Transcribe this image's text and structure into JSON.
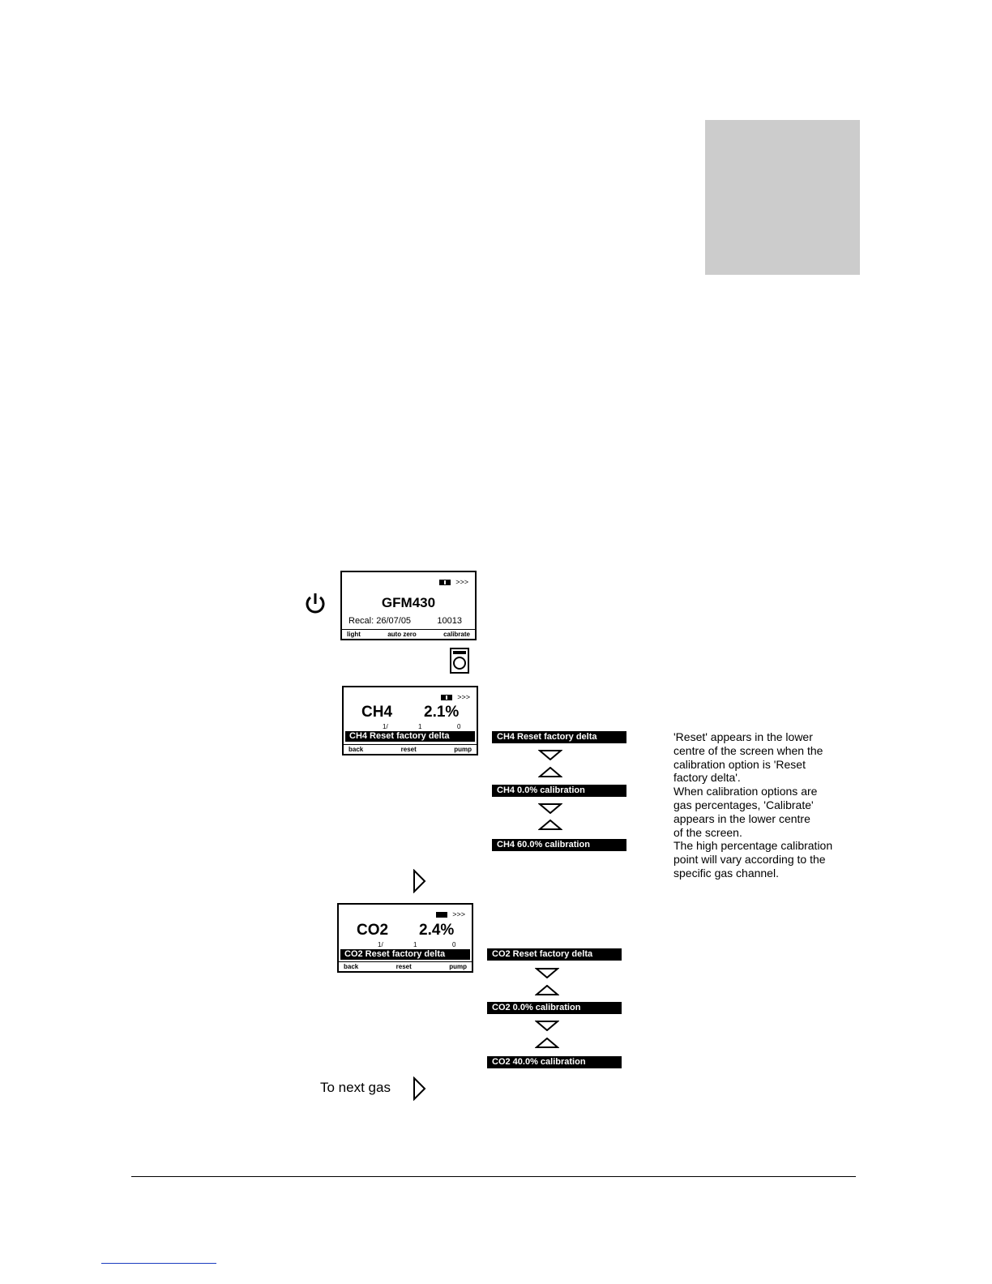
{
  "screen1": {
    "status": ">>>",
    "title": "GFM430",
    "recal": "Recal: 26/07/05",
    "serial": "10013",
    "softkeys": [
      "light",
      "auto zero",
      "calibrate"
    ]
  },
  "screen_ch4": {
    "status": ">>>",
    "gas": "CH4",
    "reading": "2.1%",
    "scale": [
      "1/",
      "1",
      "0"
    ],
    "selection": "CH4 Reset factory delta",
    "softkeys": [
      "back",
      "reset",
      "pump"
    ]
  },
  "ch4_options": [
    "CH4 Reset factory delta",
    "CH4 0.0% calibration",
    "CH4 60.0% calibration"
  ],
  "screen_co2": {
    "status": ">>>",
    "gas": "CO2",
    "reading": "2.4%",
    "scale": [
      "1/",
      "1",
      "0"
    ],
    "selection": "CO2 Reset factory delta",
    "softkeys": [
      "back",
      "reset",
      "pump"
    ]
  },
  "co2_options": [
    "CO2 Reset factory delta",
    "CO2 0.0% calibration",
    "CO2 40.0% calibration"
  ],
  "note_lines": [
    "'Reset' appears in the lower",
    "centre of the screen when the",
    "calibration option is 'Reset",
    "factory delta'.",
    "When calibration options are",
    "gas percentages, 'Calibrate'",
    "appears in the lower centre",
    "of the screen.",
    "The high percentage calibration",
    "point will vary according to the",
    "specific gas channel."
  ],
  "next_gas_label": "To next gas",
  "icons": {
    "power": "power-icon",
    "key": "enter-key-icon",
    "right": "right-arrow-icon",
    "down": "down-triangle-icon",
    "up": "up-triangle-icon"
  }
}
